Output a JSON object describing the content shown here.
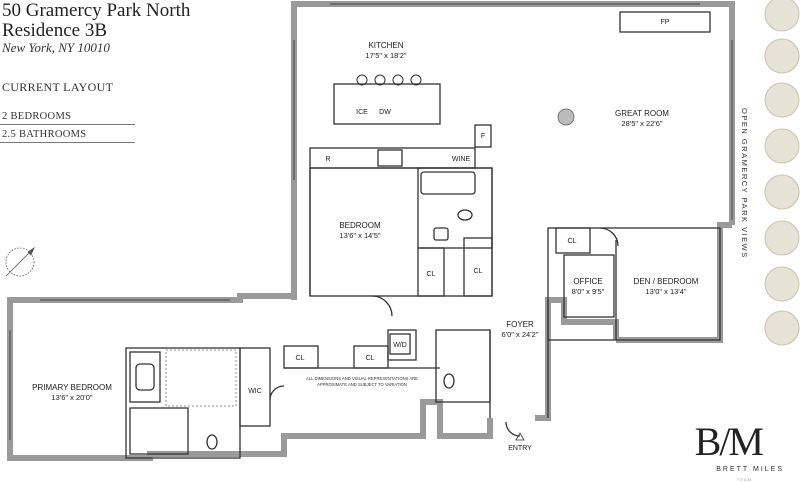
{
  "header": {
    "line1": "50 Gramercy Park North",
    "line2": "Residence 3B",
    "location": "New York, NY 10010",
    "layout_label": "CURRENT LAYOUT",
    "bedrooms": "2 BEDROOMS",
    "bathrooms": "2.5 BATHROOMS"
  },
  "rooms": {
    "kitchen": {
      "name": "KITCHEN",
      "dims": "17'5\" x 18'2\""
    },
    "great_room": {
      "name": "GREAT ROOM",
      "dims": "28'5\" x 22'6\""
    },
    "bedroom": {
      "name": "BEDROOM",
      "dims": "13'6\" x 14'5\""
    },
    "office": {
      "name": "OFFICE",
      "dims": "8'0\" x 9'5\""
    },
    "den": {
      "name": "DEN / BEDROOM",
      "dims": "13'0\" x 13'4\""
    },
    "foyer": {
      "name": "FOYER",
      "dims": "6'0\" x 24'2\""
    },
    "primary": {
      "name": "PRIMARY BEDROOM",
      "dims": "13'6\" x 20'0\""
    }
  },
  "labels": {
    "fp": "FP",
    "ice": "ICE",
    "dw": "DW",
    "fridge": "F",
    "range": "R",
    "wine": "WINE",
    "cl": "CL",
    "wic": "WIC",
    "wd": "W/D",
    "entry": "ENTRY",
    "views": "OPEN GRAMERCY PARK VIEWS",
    "disclaimer1": "ALL DIMENSIONS AND VISUAL REPRESENTATIONS ARE",
    "disclaimer2": "APPROXIMATE AND SUBJECT TO VARIATION"
  },
  "logo": {
    "mark": "B/M",
    "name": "BRETT MILES",
    "sub": "TEAM"
  },
  "colors": {
    "wall": "#9a9a9a",
    "line": "#333333",
    "tree": "#c9c2b0"
  }
}
